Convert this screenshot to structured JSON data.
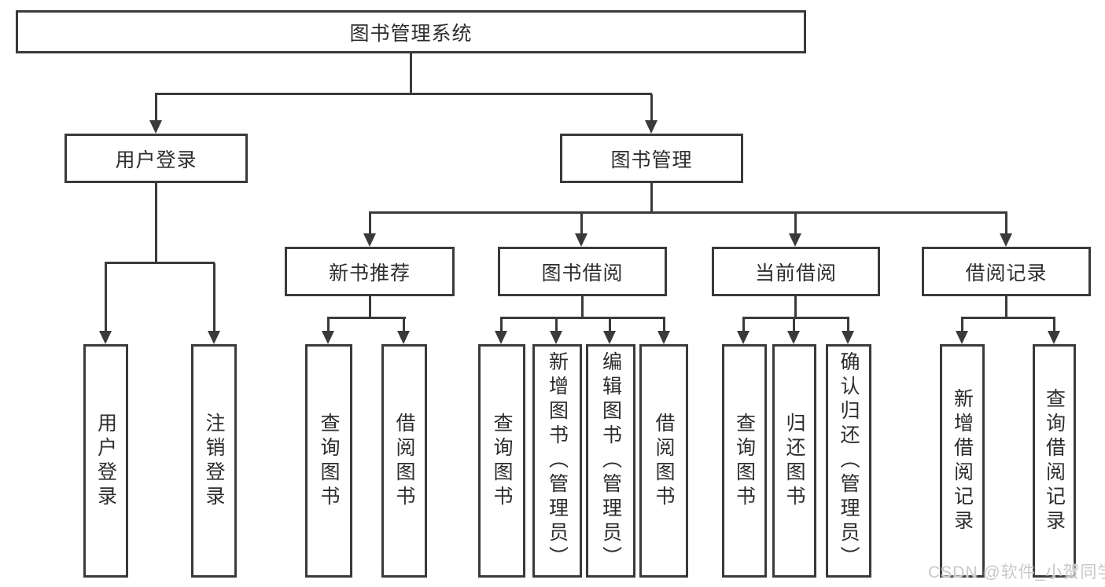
{
  "tree": {
    "root": {
      "label": "图书管理系统"
    },
    "children": [
      {
        "label": "用户登录",
        "children": [
          {
            "label": "用户登录"
          },
          {
            "label": "注销登录"
          }
        ]
      },
      {
        "label": "图书管理",
        "children": [
          {
            "label": "新书推荐",
            "children": [
              {
                "label": "查询图书"
              },
              {
                "label": "借阅图书"
              }
            ]
          },
          {
            "label": "图书借阅",
            "children": [
              {
                "label": "查询图书"
              },
              {
                "label": "新增图书（管理员）"
              },
              {
                "label": "编辑图书（管理员）"
              },
              {
                "label": "借阅图书"
              }
            ]
          },
          {
            "label": "当前借阅",
            "children": [
              {
                "label": "查询图书"
              },
              {
                "label": "归还图书"
              },
              {
                "label": "确认归还（管理员）"
              }
            ]
          },
          {
            "label": "借阅记录",
            "children": [
              {
                "label": "新增借阅记录"
              },
              {
                "label": "查询借阅记录"
              }
            ]
          }
        ]
      }
    ]
  },
  "watermark": "CSDN @软件_小贺同学",
  "colors": {
    "line": "#3a3a3a",
    "text": "#2d2d2d",
    "bg": "#ffffff",
    "watermark": "#c8c8c8"
  }
}
